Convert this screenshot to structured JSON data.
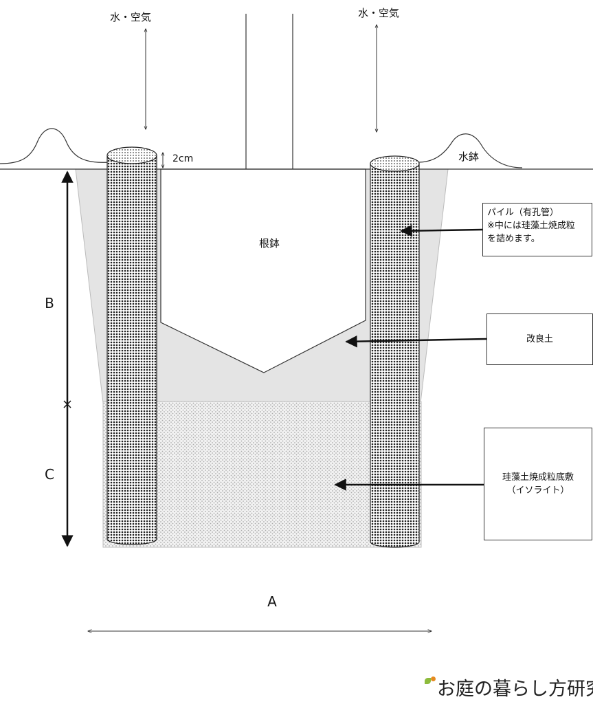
{
  "labels": {
    "water_air_left": "水・空気",
    "water_air_right": "水・空気",
    "two_cm": "2cm",
    "mizubachi": "水鉢",
    "root_ball": "根鉢",
    "dim_b": "B",
    "dim_c": "C",
    "dim_a": "A"
  },
  "callouts": {
    "pile": {
      "line1": "パイル（有孔管）",
      "line2": "※中には珪藻土焼成粒",
      "line3": "を詰めます。"
    },
    "improved_soil": {
      "text": "改良土"
    },
    "base_layer": {
      "line1": "珪藻土焼成粒底敷",
      "line2": "（イソライト）"
    }
  },
  "logo": {
    "text": "お庭の暮らし方研究所",
    "accent_green": "#8dbb3c",
    "accent_orange": "#e58a1f"
  },
  "colors": {
    "soil_fill": "#e4e4e4",
    "base_fill": "#dcdcdc",
    "pile_fill": "#555555",
    "line": "#222222"
  }
}
